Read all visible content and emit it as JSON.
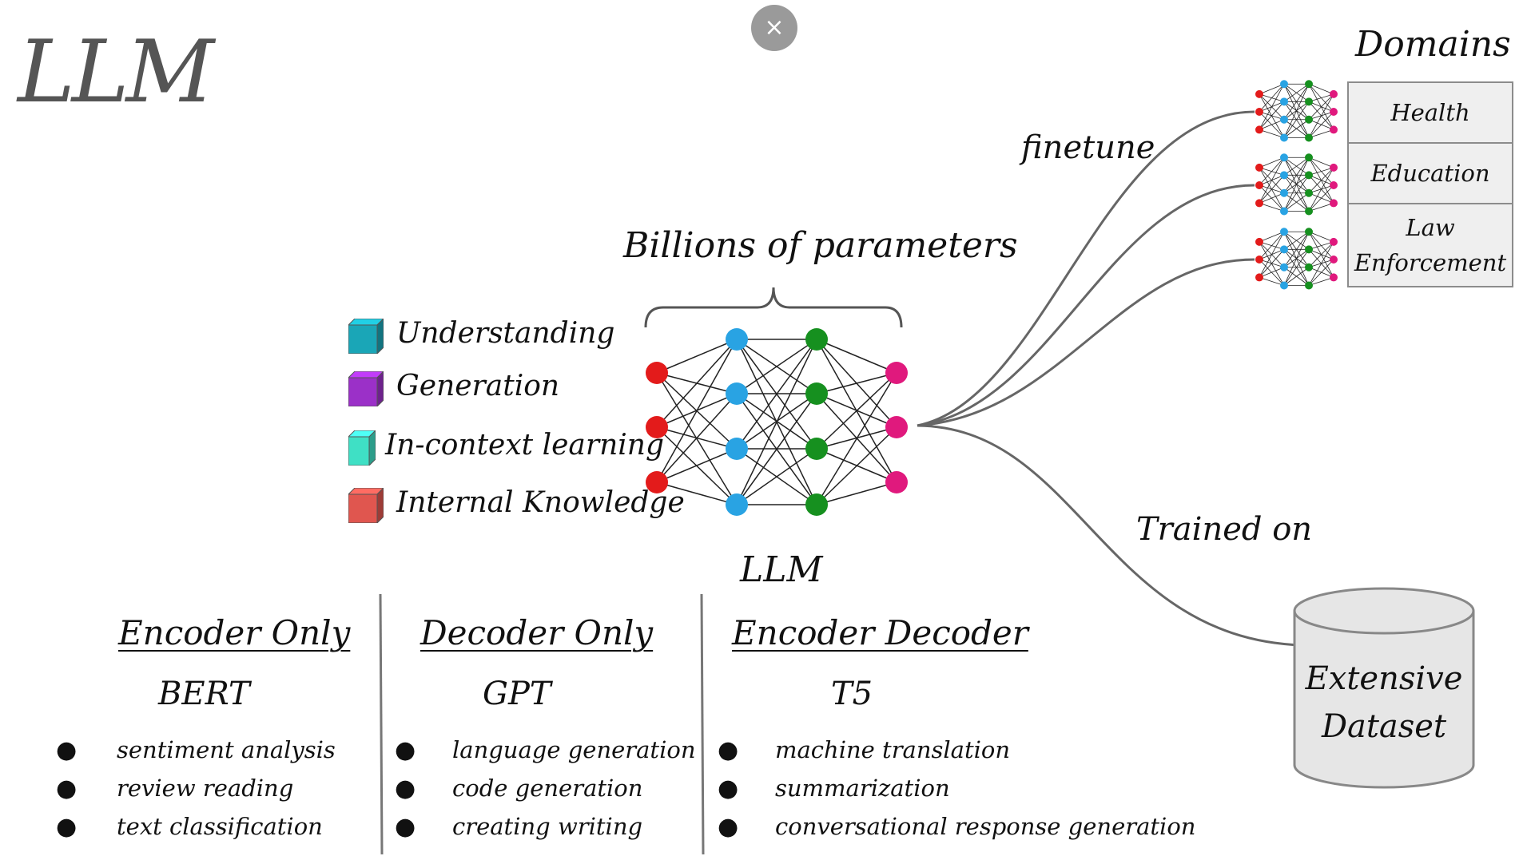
{
  "title": "LLM",
  "close_icon": "×",
  "diagram": {
    "billions_label": "Billions of parameters",
    "llm_label": "LLM",
    "finetune_label": "finetune",
    "trained_on_label": "Trained on",
    "domains_label": "Domains",
    "dataset": {
      "line1": "Extensive",
      "line2": "Dataset"
    }
  },
  "legend": [
    {
      "label": "Understanding",
      "color": "#1aa6b7",
      "icon": "teal-cube-icon"
    },
    {
      "label": "Generation",
      "color": "#9b30c8",
      "icon": "purple-cube-icon"
    },
    {
      "label": "In-context learning",
      "color": "#3fe0c5",
      "icon": "mint-cube-icon"
    },
    {
      "label": "Internal Knowledge",
      "color": "#e0564f",
      "icon": "red-cube-icon"
    }
  ],
  "domains": [
    {
      "line1": "Health",
      "line2": ""
    },
    {
      "line1": "Education",
      "line2": ""
    },
    {
      "line1": "Law",
      "line2": "Enforcement"
    }
  ],
  "architectures": [
    {
      "heading": "Encoder Only",
      "model": "BERT",
      "uses": [
        "sentiment analysis",
        "review reading",
        "text classification"
      ]
    },
    {
      "heading": "Decoder Only",
      "model": "GPT",
      "uses": [
        "language generation",
        "code generation",
        "creating writing"
      ]
    },
    {
      "heading": "Encoder Decoder",
      "model": "T5",
      "uses": [
        "machine translation",
        "summarization",
        "conversational response generation"
      ]
    }
  ],
  "node_colors": {
    "input": "#e31b1b",
    "hidden1": "#29a3e3",
    "hidden2": "#16901f",
    "output": "#e0197d"
  }
}
